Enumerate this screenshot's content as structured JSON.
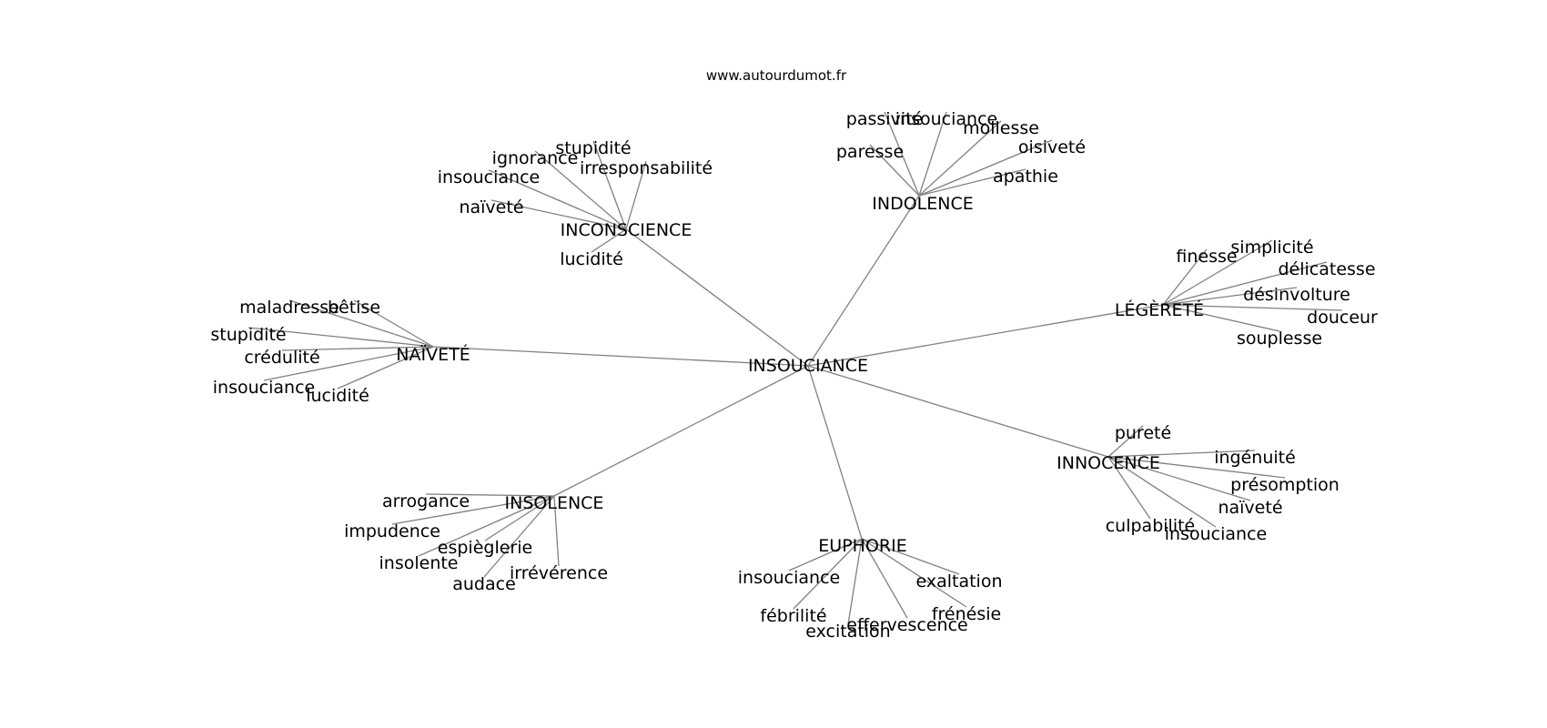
{
  "source": "www.autourdumot.fr",
  "edge_color": "#808080",
  "text_color": "#000000",
  "center": "INSOUCIANCE",
  "groups": [
    {
      "label": "INCONSCIENCE",
      "words": [
        "stupidité",
        "ignorance",
        "irresponsabilité",
        "insouciance",
        "naïveté",
        "lucidité"
      ]
    },
    {
      "label": "INDOLENCE",
      "words": [
        "passivité",
        "insouciance",
        "mollesse",
        "paresse",
        "oisiveté",
        "apathie"
      ]
    },
    {
      "label": "LÉGÈRETÉ",
      "words": [
        "finesse",
        "simplicité",
        "délicatesse",
        "désinvolture",
        "douceur",
        "souplesse"
      ]
    },
    {
      "label": "NAÏVETÉ",
      "words": [
        "maladresse",
        "bêtise",
        "stupidité",
        "crédulité",
        "insouciance",
        "lucidité"
      ]
    },
    {
      "label": "INNOCENCE",
      "words": [
        "pureté",
        "ingénuité",
        "présomption",
        "naïveté",
        "culpabilité",
        "insouciance"
      ]
    },
    {
      "label": "INSOLENCE",
      "words": [
        "arrogance",
        "impudence",
        "espièglerie",
        "insolente",
        "irrévérence",
        "audace"
      ]
    },
    {
      "label": "EUPHORIE",
      "words": [
        "insouciance",
        "exaltation",
        "fébrilité",
        "frénésie",
        "effervescence",
        "excitation"
      ]
    }
  ]
}
